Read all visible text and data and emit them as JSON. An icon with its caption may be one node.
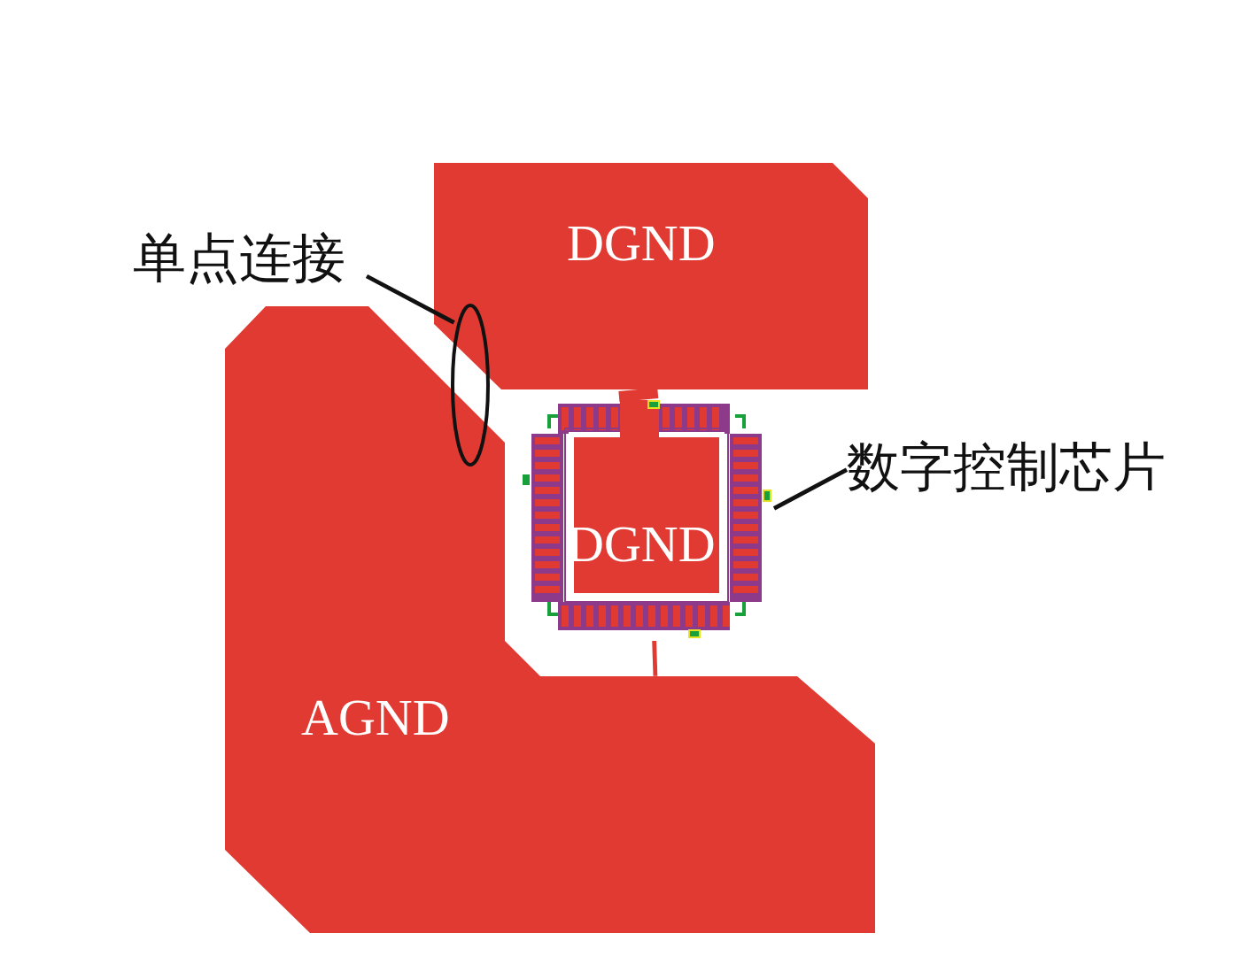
{
  "diagram": {
    "nodes": [
      {
        "text": [
          "DGND"
        ]
      },
      {
        "text": [
          "AGND"
        ]
      },
      {
        "text": [
          "DGND"
        ]
      },
      {
        "text": [
          "单点连接"
        ]
      },
      {
        "text": [],
        "shape": "circle"
      },
      {
        "text": [
          "数字控制芯片"
        ]
      }
    ],
    "edges": [
      {
        "from": 3,
        "to": 4,
        "arrow": "none"
      },
      {
        "from": 5,
        "to": 2,
        "arrow": "none"
      },
      {
        "from": 0,
        "to": 2,
        "arrow": "none",
        "style": "thick",
        "color": "#e03a32"
      },
      {
        "from": 2,
        "to": 1,
        "arrow": "none",
        "color": "#e03a32"
      }
    ]
  }
}
